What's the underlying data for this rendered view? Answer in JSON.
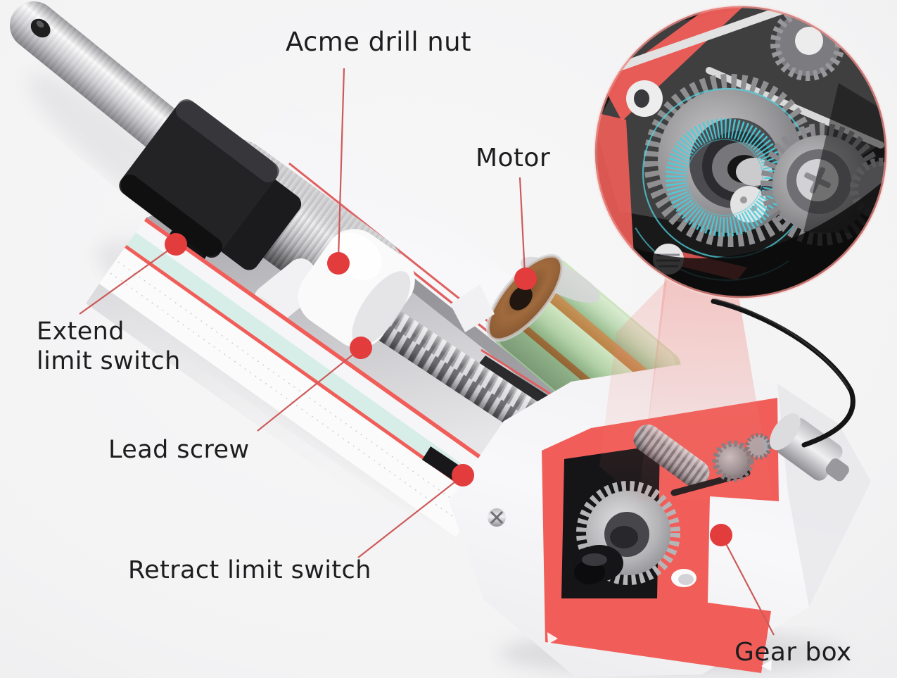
{
  "labels": {
    "acme_drill_nut": "Acme drill nut",
    "motor": "Motor",
    "extend_limit_switch_line1": "Extend",
    "extend_limit_switch_line2": "limit switch",
    "lead_screw": "Lead screw",
    "retract_limit_switch": "Retract limit switch",
    "gear_box": "Gear box"
  },
  "colors": {
    "background": "#f4f4f5",
    "label_text": "#1d1d1f",
    "callout_dot": "#e23c3c",
    "leader_line": "#cc5a5a",
    "cutaway_red": "#f15e59",
    "housing_stripe_red": "#e06060",
    "slide_strip_mint": "#d7eee8",
    "highlight_cyan": "#4ccfdd",
    "motor_green": "#bedbb4",
    "motor_copper": "#c08a4e"
  }
}
